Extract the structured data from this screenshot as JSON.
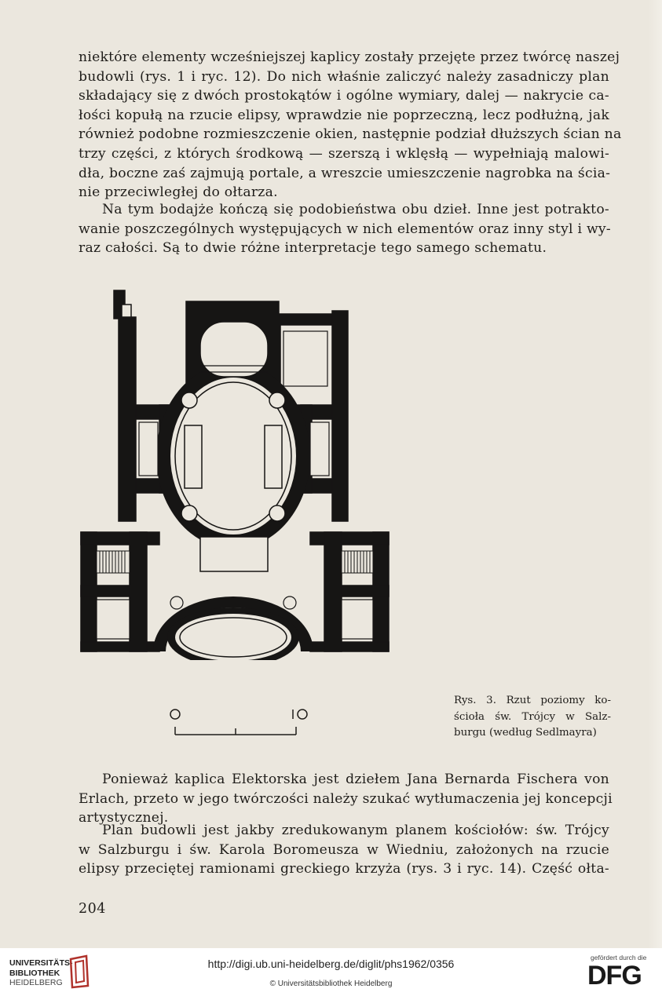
{
  "page": {
    "paragraph_1": [
      "niektóre elementy wcześniejszej kaplicy zostały przejęte przez twórcę naszej",
      "budowli (rys. 1 i ryc. 12). Do nich właśnie zaliczyć należy zasadniczy plan",
      "składający się z dwóch prostokątów i ogólne wymiary, dalej — nakrycie ca-",
      "łości kopułą na rzucie elipsy, wprawdzie nie poprzeczną, lecz podłużną, jak",
      "również podobne rozmieszczenie okien, następnie podział dłuższych ścian na",
      "trzy części, z których środkową — szerszą i wklęsłą — wypełniają malowi-",
      "dła, boczne zaś zajmują portale, a wreszcie umieszczenie nagrobka na ścia-",
      "nie przeciwległej do ołtarza."
    ],
    "paragraph_2": [
      "Na tym bodajże kończą się podobieństwa obu dzieł. Inne jest potrakto-",
      "wanie poszczególnych występujących w nich elementów oraz inny styl i wy-",
      "raz całości. Są to dwie różne interpretacje tego samego schematu."
    ],
    "figure_caption": [
      "Rys. 3. Rzut poziomy ko-",
      "ścioła św. Trójcy w Salz-",
      "burgu (według Sedlmayra)"
    ],
    "scale_labels": {
      "left": "0",
      "right": "10"
    },
    "paragraph_3": [
      "Ponieważ kaplica Elektorska jest dziełem Jana Bernarda Fischera von",
      "Erlach, przeto w jego twórczości należy szukać wytłumaczenia jej koncepcji",
      "artystycznej."
    ],
    "paragraph_4": [
      "Plan budowli jest jakby zredukowanym planem kościołów: św. Trójcy",
      "w Salzburgu i św. Karola Boromeusza w Wiedniu, założonych na rzucie",
      "elipsy przeciętej ramionami greckiego krzyża (rys. 3 i ryc. 14). Część ołta-"
    ],
    "page_number": "204"
  },
  "footer": {
    "library_name": [
      "UNIVERSITÄTS-",
      "BIBLIOTHEK",
      "HEIDELBERG"
    ],
    "url": "http://digi.ub.uni-heidelberg.de/diglit/phs1962/0356",
    "copyright": "© Universitätsbibliothek Heidelberg",
    "funder_note": "gefördert durch die",
    "funder_logo": "DFG"
  }
}
